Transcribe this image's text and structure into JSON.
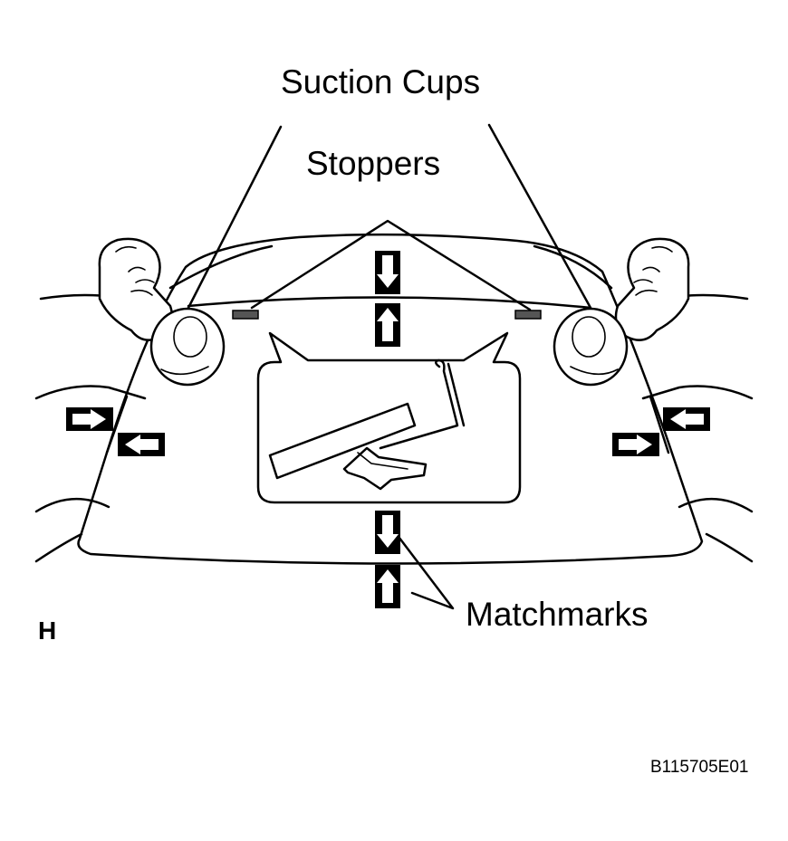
{
  "labels": {
    "suction_cups": "Suction Cups",
    "stoppers": "Stoppers",
    "matchmarks": "Matchmarks",
    "view": "H",
    "code": "B115705E01"
  },
  "colors": {
    "line": "#000000",
    "background": "#ffffff",
    "stopper_fill": "#555555"
  }
}
